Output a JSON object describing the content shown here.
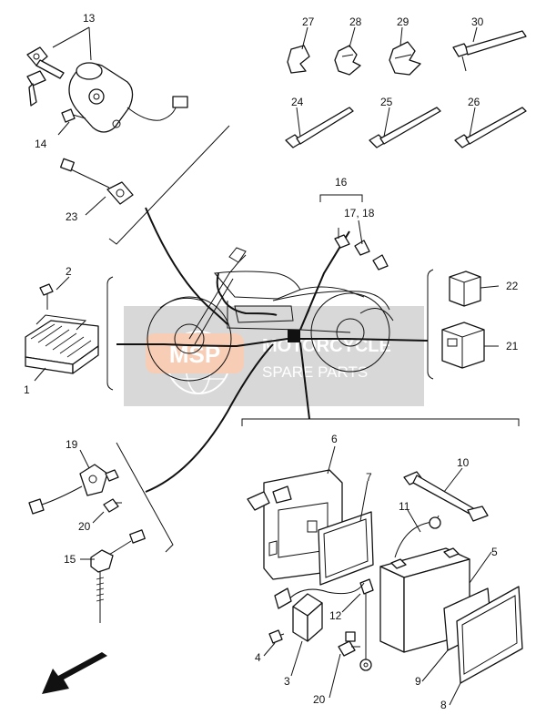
{
  "callouts": {
    "c1": "1",
    "c2": "2",
    "c3": "3",
    "c4": "4",
    "c5": "5",
    "c6": "6",
    "c7": "7",
    "c8": "8",
    "c9": "9",
    "c10": "10",
    "c11": "11",
    "c12": "12",
    "c13": "13",
    "c14": "14",
    "c15": "15",
    "c16": "16",
    "c17_18": "17, 18",
    "c19": "19",
    "c20a": "20",
    "c20b": "20",
    "c21": "21",
    "c22": "22",
    "c23": "23",
    "c24": "24",
    "c25": "25",
    "c26": "26",
    "c27": "27",
    "c28": "28",
    "c29": "29",
    "c30": "30"
  },
  "watermark": {
    "line1": "MOTORCYCLE",
    "line2": "SPARE PARTS",
    "badge": "MSP"
  },
  "colors": {
    "ink": "#111111",
    "watermark_panel": "#b9b9b9",
    "watermark_badge": "#f2a67a"
  }
}
